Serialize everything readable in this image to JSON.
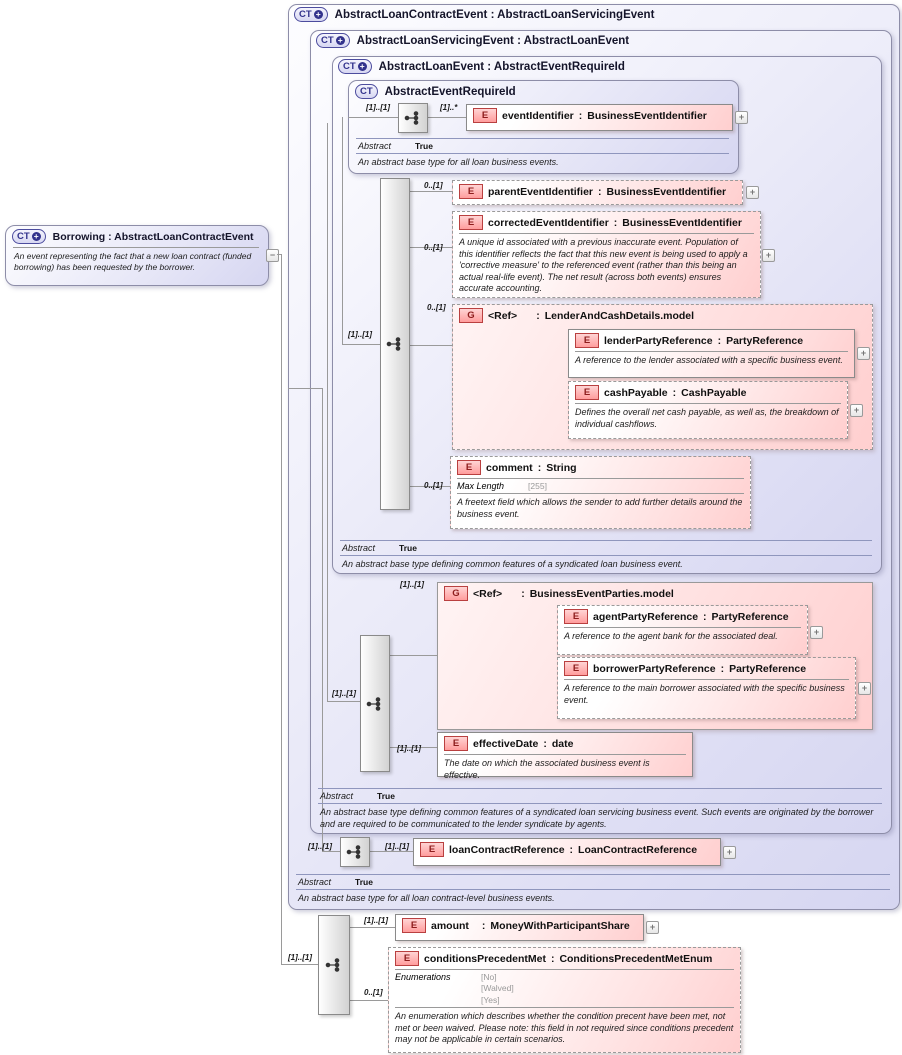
{
  "shared": {
    "colon": ":",
    "plus": "+",
    "minus": "−",
    "ct": "CT",
    "ct_plus": "+",
    "e": "E",
    "g": "G",
    "abstract_label": "Abstract",
    "abstract_value": "True",
    "card_one_one": "[1]..[1]",
    "card_zero_one": "0..[1]",
    "card_one_many": "[1]..*"
  },
  "colors": {
    "container_fill": "#d6d6f1",
    "element_fill": "#ffcfcf",
    "badge_navy": "#32328c",
    "badge_red": "#b94040",
    "line": "#9a9a9a"
  },
  "borrowing": {
    "title": "Borrowing : AbstractLoanContractEvent",
    "description": "An event representing the fact that a new loan contract (funded borrowing) has been requested by the borrower."
  },
  "containers": {
    "contract": {
      "title": "AbstractLoanContractEvent : AbstractLoanServicingEvent",
      "description": "An abstract base type for all loan contract-level business events."
    },
    "servicing": {
      "title": "AbstractLoanServicingEvent : AbstractLoanEvent",
      "description": "An abstract base type defining common features of a syndicated loan servicing business event. Such events are originated by the borrower and are required to be communicated to the lender syndicate by agents."
    },
    "loan_event": {
      "title": "AbstractLoanEvent : AbstractEventRequireId",
      "description": "An abstract base type defining common features of a syndicated loan business event."
    },
    "require_id": {
      "title": "AbstractEventRequireId",
      "description": "An abstract base type for all loan business events."
    }
  },
  "groups": {
    "lender_cash": {
      "ref": "<Ref>",
      "type": "LenderAndCashDetails.model"
    },
    "parties": {
      "ref": "<Ref>",
      "type": "BusinessEventParties.model"
    }
  },
  "elements": {
    "event_identifier": {
      "name": "eventIdentifier",
      "type": "BusinessEventIdentifier"
    },
    "parent_event_identifier": {
      "name": "parentEventIdentifier",
      "type": "BusinessEventIdentifier"
    },
    "corrected_event_identifier": {
      "name": "correctedEventIdentifier",
      "type": "BusinessEventIdentifier",
      "description": "A unique id associated with a previous inaccurate event. Population of this identifier reflects the fact that this new event is being used to apply a 'corrective measure' to the referenced event (rather than this being an actual real-life event). The net result (across both events) ensures accurate accounting."
    },
    "lender_party_reference": {
      "name": "lenderPartyReference",
      "type": "PartyReference",
      "description": "A reference to the lender associated with a specific business event."
    },
    "cash_payable": {
      "name": "cashPayable",
      "type": "CashPayable",
      "description": "Defines the overall net cash payable, as well as, the breakdown of individual cashflows."
    },
    "comment": {
      "name": "comment",
      "type": "String",
      "max_length_label": "Max Length",
      "max_length_value": "[255]",
      "description": "A freetext field which allows the sender to add further details around the business event."
    },
    "agent_party_reference": {
      "name": "agentPartyReference",
      "type": "PartyReference",
      "description": "A reference to the agent bank for the associated deal."
    },
    "borrower_party_reference": {
      "name": "borrowerPartyReference",
      "type": "PartyReference",
      "description": "A reference to the main borrower associated with the specific business event."
    },
    "effective_date": {
      "name": "effectiveDate",
      "type": "date",
      "description": "The date on which the associated business event is effective."
    },
    "loan_contract_reference": {
      "name": "loanContractReference",
      "type": "LoanContractReference"
    },
    "amount": {
      "name": "amount",
      "type": "MoneyWithParticipantShare"
    },
    "conditions_precedent_met": {
      "name": "conditionsPrecedentMet",
      "type": "ConditionsPrecedentMetEnum",
      "enumerations_label": "Enumerations",
      "enumerations": [
        "[No]",
        "[Walved]",
        "[Yes]"
      ],
      "description": "An enumeration which describes whether the condition precent have been met, not met or been waived. Please note: this field in not required since conditions precedent may not be applicable in certain scenarios."
    }
  }
}
